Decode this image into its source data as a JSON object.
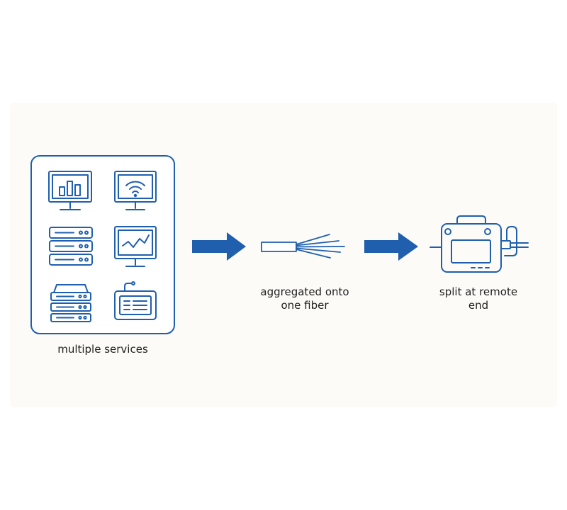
{
  "colors": {
    "accent": "#1f5fae",
    "icon_stroke": "#1f5fae",
    "panel_background": "#fcfbf8",
    "text": "#1f1f1f"
  },
  "captions": {
    "services": "multiple services",
    "fiber_line1": "aggregated onto",
    "fiber_line2": "one fiber",
    "split_line1": "split at remote",
    "split_line2": "end"
  },
  "icons": [
    "monitor-bar-chart-icon",
    "monitor-wifi-icon",
    "server-stack-icon",
    "monitor-line-chart-icon",
    "storage-array-icon",
    "control-panel-icon",
    "right-arrow-icon",
    "fiber-cable-icon",
    "right-arrow-icon",
    "remote-terminal-icon"
  ]
}
